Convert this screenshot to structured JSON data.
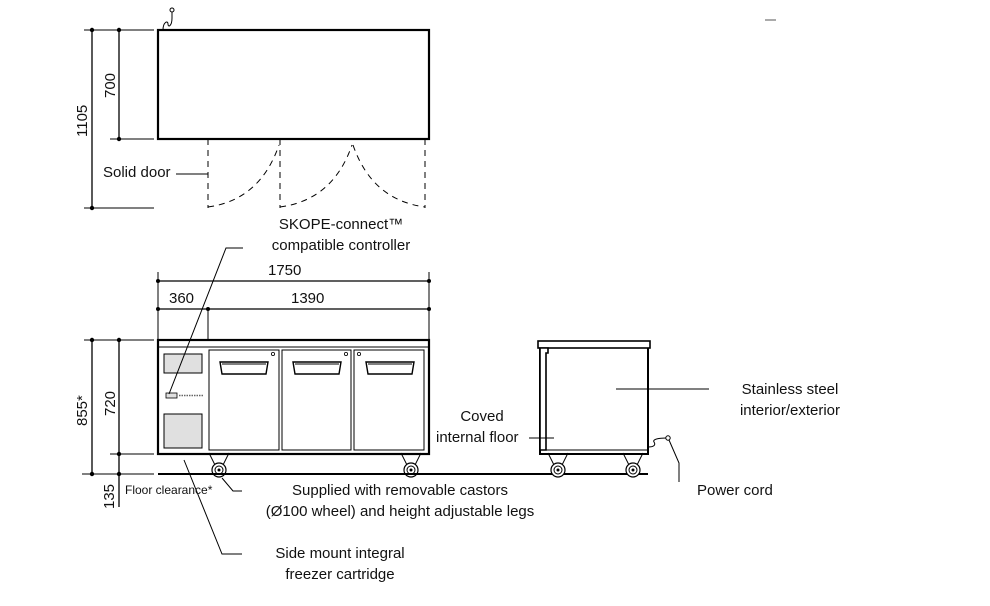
{
  "drawing": {
    "title": "Undercounter freezer – 3 solid doors, side mount cartridge",
    "plan_view": {
      "dimensions": {
        "depth_total": "1105",
        "depth_cabinet": "700"
      },
      "callouts": {
        "door": "Solid door"
      }
    },
    "front_view": {
      "dimensions": {
        "overall_width": "1750",
        "cartridge_width": "360",
        "cabinet_width": "1390",
        "overall_height": "855*",
        "cabinet_height": "720",
        "floor_clearance_value": "135"
      },
      "callouts": {
        "controller_line1": "SKOPE-connect™",
        "controller_line2": "compatible controller",
        "floor_clearance": "Floor clearance*",
        "castors_line1": "Supplied with removable castors",
        "castors_line2": "(Ø100 wheel) and height adjustable legs",
        "cartridge_line1": "Side mount integral",
        "cartridge_line2": "freezer cartridge"
      },
      "door_count": 3
    },
    "side_view": {
      "callouts": {
        "coved_line1": "Coved",
        "coved_line2": "internal floor",
        "steel_line1": "Stainless steel",
        "steel_line2": "interior/exterior",
        "power": "Power cord"
      }
    },
    "corner_mark": "–"
  }
}
